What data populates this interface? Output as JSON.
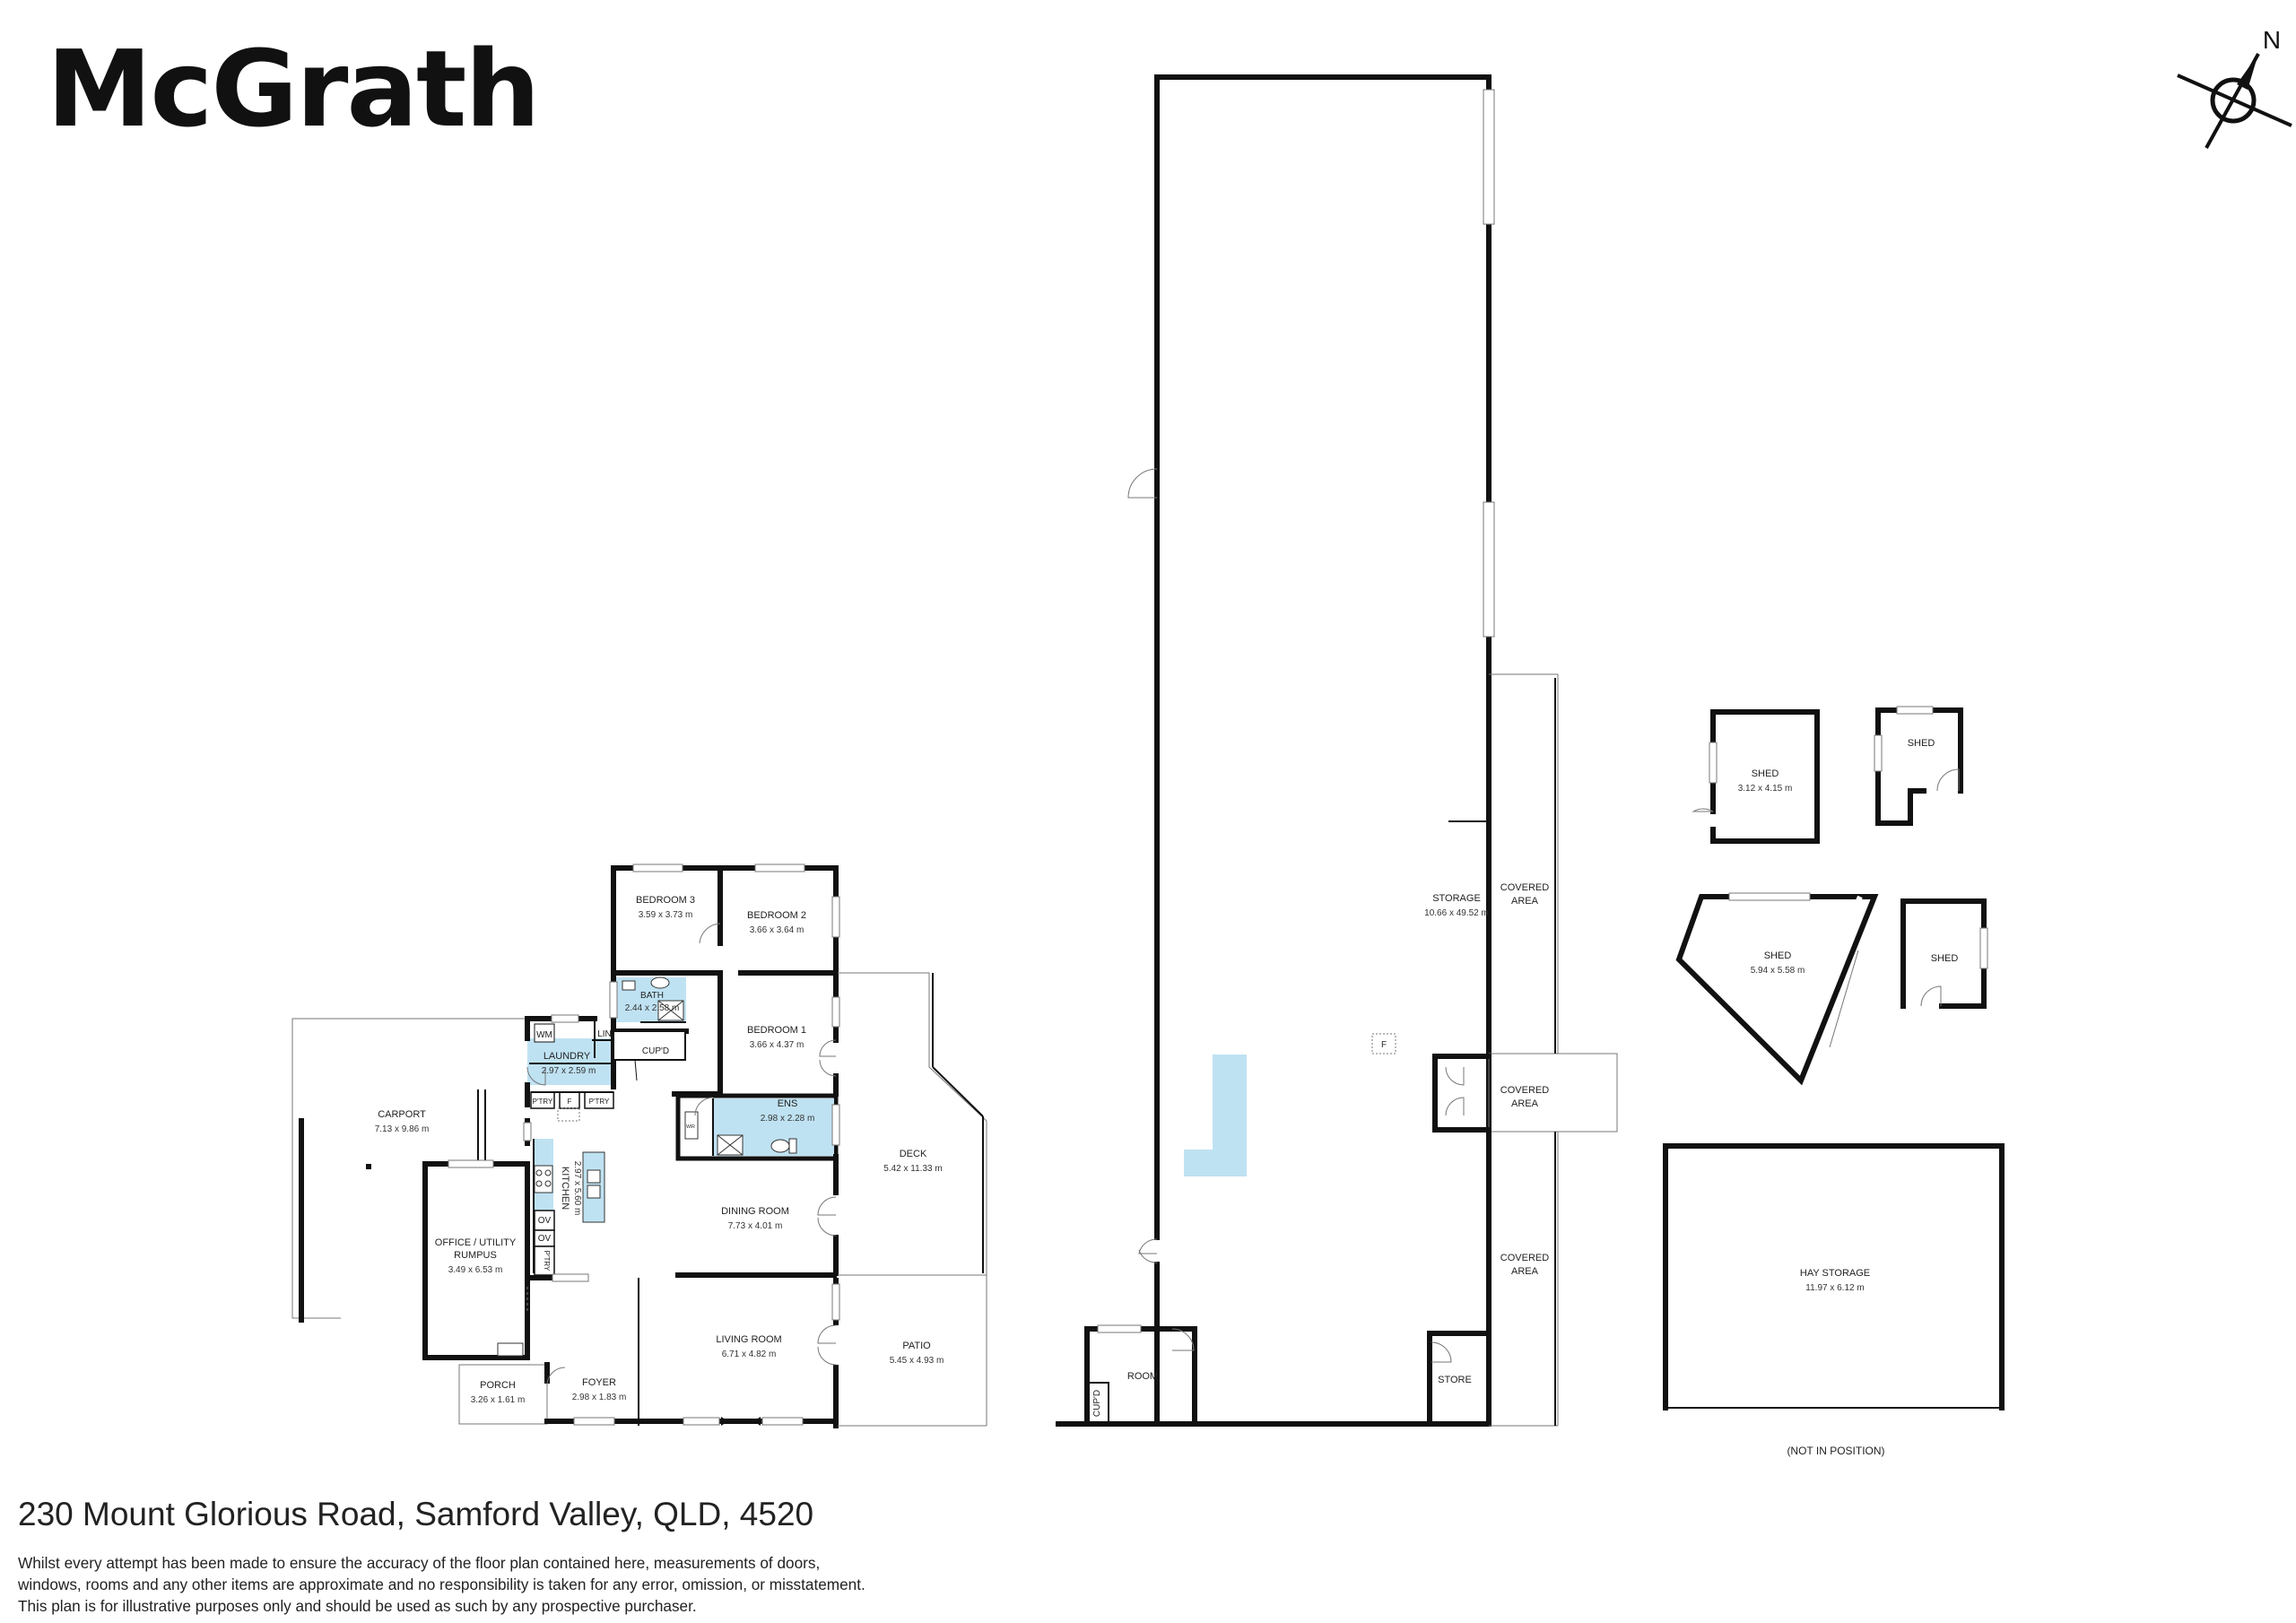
{
  "brand": {
    "logo_text": "McGrath",
    "color": "#111111"
  },
  "compass": {
    "label": "N"
  },
  "colors": {
    "wet_area": "#bfe2f2",
    "wall": "#111111",
    "background": "#ffffff"
  },
  "house": {
    "bedroom3": {
      "name": "BEDROOM 3",
      "dim": "3.59 x 3.73 m"
    },
    "bedroom2": {
      "name": "BEDROOM 2",
      "dim": "3.66 x 3.64 m"
    },
    "bath": {
      "name": "BATH",
      "dim": "2.44 x 2.58 m"
    },
    "bedroom1": {
      "name": "BEDROOM 1",
      "dim": "3.66 x 4.37 m"
    },
    "laundry": {
      "name": "LAUNDRY",
      "dim": "2.97 x 2.59 m"
    },
    "ens": {
      "name": "ENS",
      "dim": "2.98 x 2.28 m"
    },
    "carport": {
      "name": "CARPORT",
      "dim": "7.13 x 9.86 m"
    },
    "kitchen": {
      "name": "KITCHEN",
      "dim": "2.97 x 5.60 m"
    },
    "deck": {
      "name": "DECK",
      "dim": "5.42 x 11.33 m"
    },
    "dining": {
      "name": "DINING ROOM",
      "dim": "7.73 x 4.01 m"
    },
    "office": {
      "name": "OFFICE / UTILITY",
      "name2": "RUMPUS",
      "dim": "3.49 x 6.53 m"
    },
    "living": {
      "name": "LIVING ROOM",
      "dim": "6.71 x 4.82 m"
    },
    "patio": {
      "name": "PATIO",
      "dim": "5.45 x 4.93 m"
    },
    "porch": {
      "name": "PORCH",
      "dim": "3.26 x 1.61 m"
    },
    "foyer": {
      "name": "FOYER",
      "dim": "2.98 x 1.83 m"
    },
    "small_labels": {
      "wm": "WM",
      "lin": "LIN",
      "cupd": "CUP'D",
      "ptry": "P'TRY",
      "f": "F",
      "ov": "OV",
      "wir": "WIR"
    }
  },
  "storage": {
    "storage": {
      "name": "STORAGE",
      "dim": "10.66 x 49.52 m"
    },
    "f": "F",
    "covered_area": "COVERED",
    "covered_area2": "AREA",
    "room": "ROOM",
    "store": "STORE",
    "cupd": "CUP'D"
  },
  "sheds": {
    "shed1": {
      "name": "SHED",
      "dim": "3.12 x 4.15 m"
    },
    "shed2": {
      "name": "SHED"
    },
    "shed3": {
      "name": "SHED",
      "dim": "5.94 x 5.58 m"
    },
    "shed4": {
      "name": "SHED"
    },
    "hay": {
      "name": "HAY STORAGE",
      "dim": "11.97 x 6.12 m"
    },
    "not_in_position": "(NOT IN POSITION)"
  },
  "address": "230 Mount Glorious Road, Samford Valley, QLD, 4520",
  "disclaimer": [
    "Whilst every attempt has been made to ensure the accuracy of the floor plan contained here, measurements of doors,",
    "windows, rooms and any other items are approximate and no responsibility is taken for any error, omission, or misstatement.",
    "This plan is for illustrative purposes only and should be used as such by any prospective purchaser."
  ]
}
